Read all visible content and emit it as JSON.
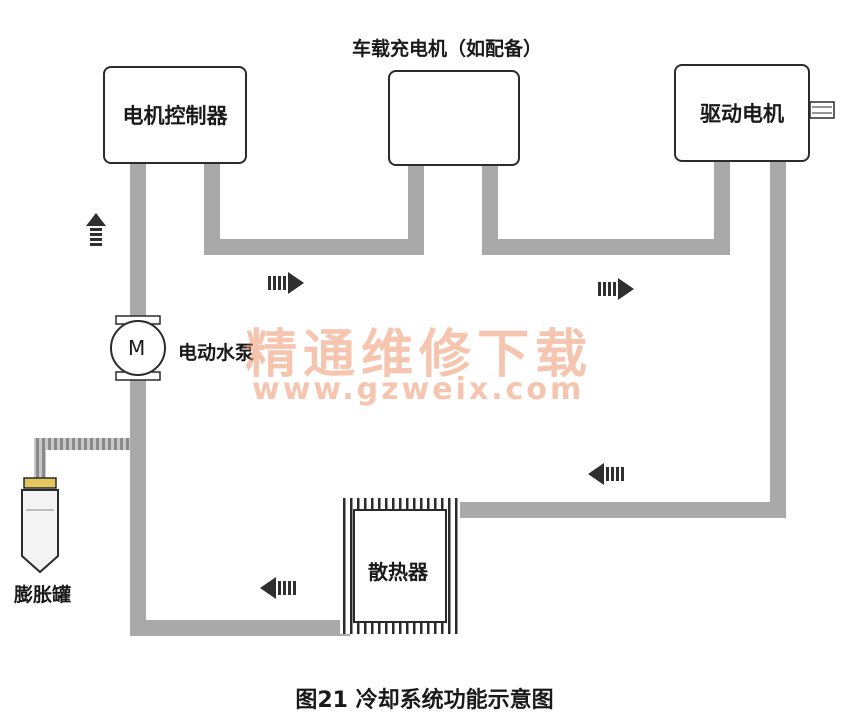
{
  "title": "图21 冷却系统功能示意图",
  "components": {
    "motor_controller": "电机控制器",
    "onboard_charger": "车载充电机（如配备）",
    "drive_motor": "驱动电机",
    "water_pump": "电动水泵",
    "pump_symbol": "M",
    "radiator": "散热器",
    "expansion_tank": "膨胀罐"
  },
  "watermark": {
    "text": "精通维修下载",
    "url": "www.gzweix.com"
  },
  "colors": {
    "pipe": "#a9a9a9",
    "arrow": "#2f2f2f",
    "box_border": "#2b2b2b",
    "watermark": "#ec966e"
  }
}
